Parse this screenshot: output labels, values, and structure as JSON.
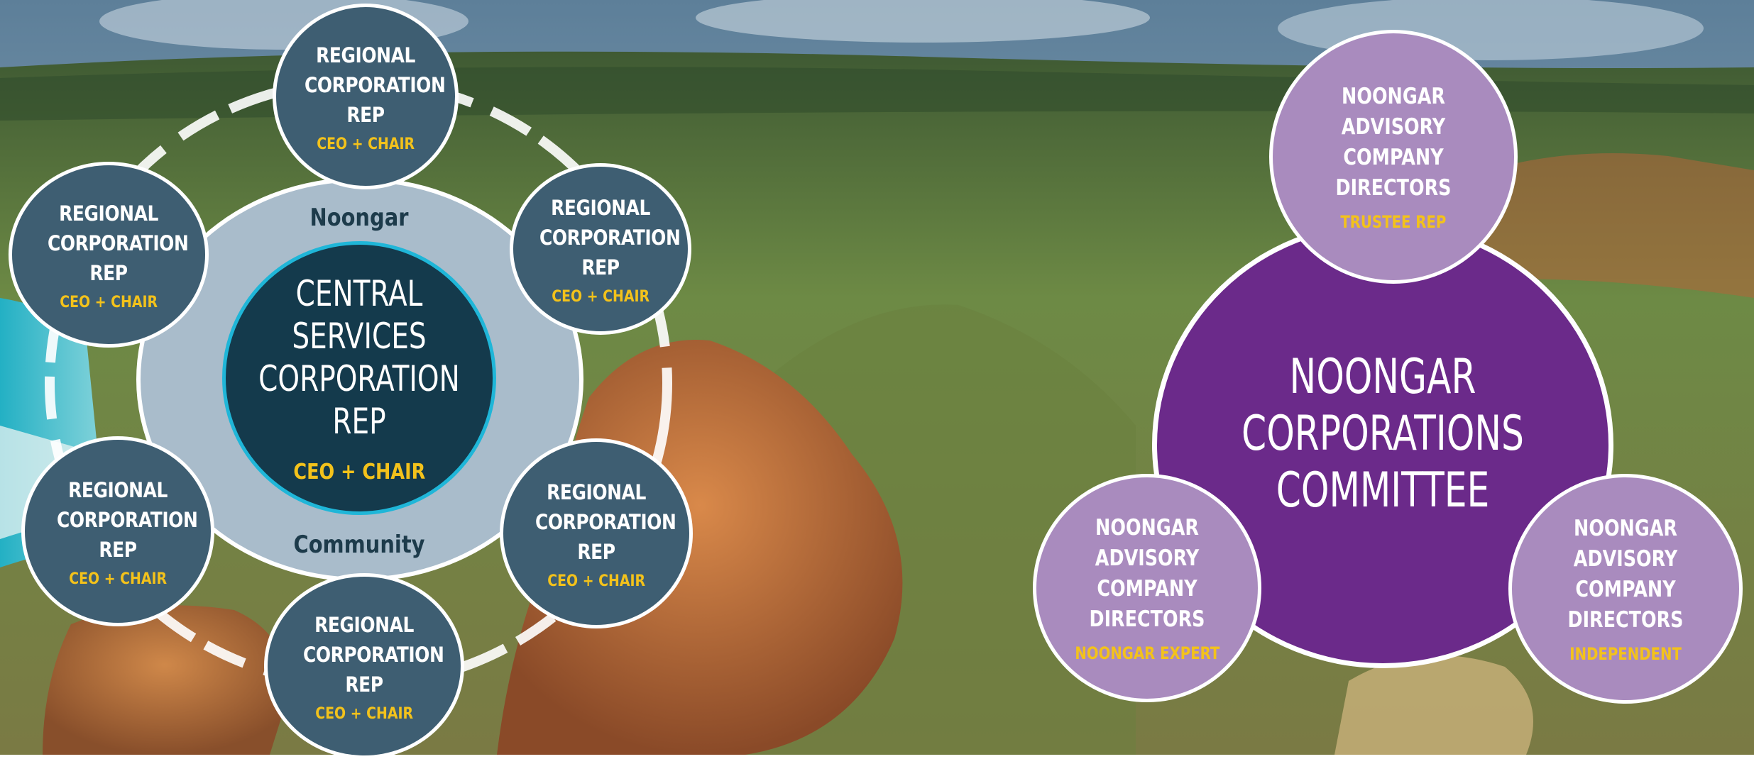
{
  "left_diagram": {
    "ring_top_label": "Noongar",
    "ring_bottom_label": "Community",
    "central": {
      "title": "CENTRAL SERVICES CORPORATION REP",
      "subtitle": "CEO + CHAIR"
    },
    "regional_nodes": [
      {
        "title": "REGIONAL CORPORATION REP",
        "subtitle": "CEO + CHAIR"
      },
      {
        "title": "REGIONAL CORPORATION REP",
        "subtitle": "CEO + CHAIR"
      },
      {
        "title": "REGIONAL CORPORATION REP",
        "subtitle": "CEO + CHAIR"
      },
      {
        "title": "REGIONAL CORPORATION REP",
        "subtitle": "CEO + CHAIR"
      },
      {
        "title": "REGIONAL CORPORATION REP",
        "subtitle": "CEO + CHAIR"
      },
      {
        "title": "REGIONAL CORPORATION REP",
        "subtitle": "CEO + CHAIR"
      }
    ]
  },
  "right_diagram": {
    "committee": {
      "title": "NOONGAR CORPORATIONS COMMITTEE"
    },
    "advisory_nodes": [
      {
        "title": "NOONGAR ADVISORY COMPANY DIRECTORS",
        "subtitle": "TRUSTEE REP"
      },
      {
        "title": "NOONGAR ADVISORY COMPANY DIRECTORS",
        "subtitle": "NOONGAR EXPERT"
      },
      {
        "title": "NOONGAR ADVISORY COMPANY DIRECTORS",
        "subtitle": "INDEPENDENT"
      }
    ]
  },
  "colors": {
    "regional_fill": "#3e5e72",
    "central_fill": "#143a4c",
    "central_border": "#1fb6d8",
    "ring_fill": "#a9bccb",
    "committee_fill": "#6b2a8a",
    "advisory_fill": "#a98bbe",
    "accent_yellow": "#f3c21b"
  }
}
